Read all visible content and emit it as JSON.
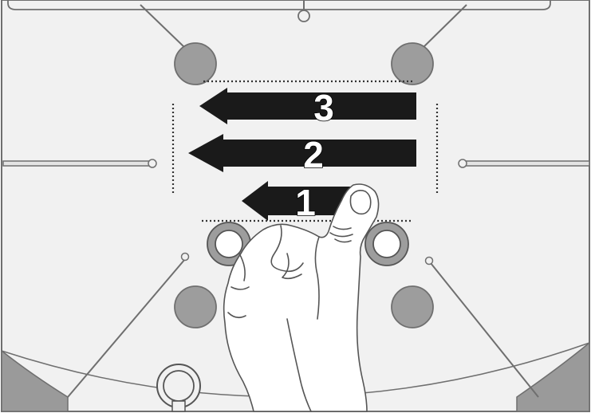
{
  "steps": [
    {
      "label": "1"
    },
    {
      "label": "2"
    },
    {
      "label": "3"
    }
  ],
  "colors": {
    "panel": "#f1f1f1",
    "outline": "#6f6f6f",
    "button_gray": "#9d9d9d",
    "arrow": "#1a1a1a",
    "corner": "#9a9a9a",
    "hand_fill": "#ffffff",
    "hand_line": "#555555"
  },
  "icons": [
    "pointing-hand-icon",
    "swipe-arrow-icon",
    "round-button-icon",
    "ring-button-icon",
    "keyhole-ring-icon"
  ]
}
